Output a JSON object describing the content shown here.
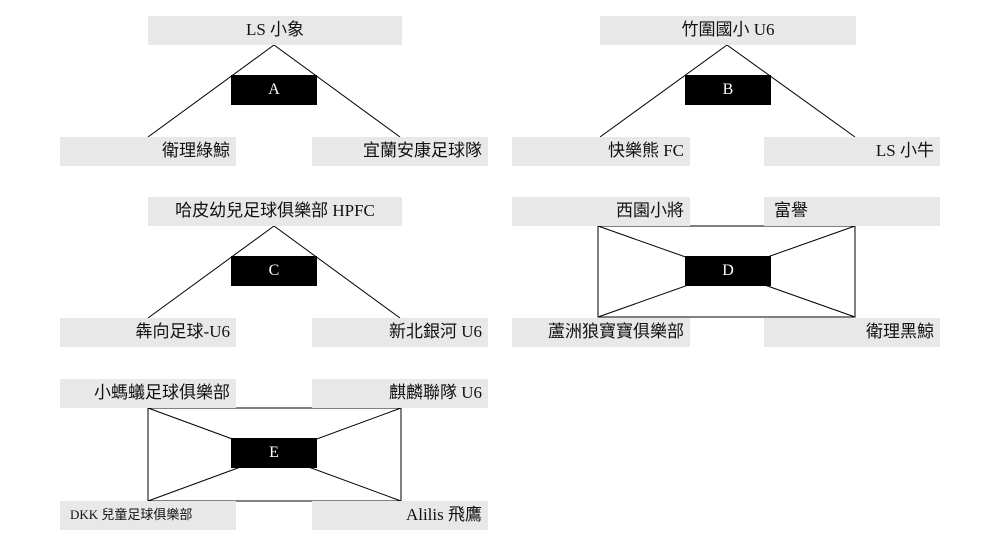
{
  "groups": [
    {
      "label": "A",
      "top": "LS 小象",
      "left": "衛理綠鯨",
      "right": "宜蘭安康足球隊"
    },
    {
      "label": "B",
      "top": "竹圍國小 U6",
      "left": "快樂熊 FC",
      "right": "LS 小牛"
    },
    {
      "label": "C",
      "top": "哈皮幼兒足球俱樂部 HPFC",
      "left": "犇向足球-U6",
      "right": "新北銀河 U6"
    },
    {
      "label": "D",
      "top_left": "西園小將",
      "top_right": "富譽",
      "bottom_left": "蘆洲狼寶寶俱樂部",
      "bottom_right": "衛理黑鯨"
    },
    {
      "label": "E",
      "top_left": "小螞蟻足球俱樂部",
      "top_right": "麒麟聯隊 U6",
      "bottom_left": "DKK 兒童足球俱樂部",
      "bottom_right": "Alilis 飛鷹"
    }
  ]
}
